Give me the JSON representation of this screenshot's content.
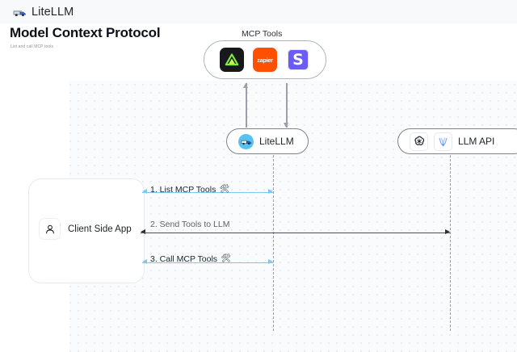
{
  "header": {
    "brand": "LiteLLM",
    "brand_icon": "truck-icon"
  },
  "page": {
    "title": "Model Context Protocol",
    "subtitle": "List and call MCP tools"
  },
  "diagram": {
    "type": "sequence-diagram",
    "mcp_group": {
      "label": "MCP Tools",
      "tools": [
        {
          "name": "triangle-tool-icon",
          "label": "",
          "bg": "#17181c",
          "fg": "#7bed3b"
        },
        {
          "name": "zapier-icon",
          "label": "zapier",
          "bg": "#ff4f00",
          "fg": "#ffffff"
        },
        {
          "name": "slack-icon",
          "label": "S",
          "bg": "#6a5cf5",
          "fg": "#ffffff"
        }
      ]
    },
    "nodes": [
      {
        "id": "litellm",
        "label": "LiteLLM",
        "icon": "litellm-truck-icon"
      },
      {
        "id": "llm_api",
        "label": "LLM API",
        "icons": [
          "openai-icon",
          "vertex-ai-icon"
        ]
      },
      {
        "id": "client",
        "label": "Client Side App",
        "icon": "person-icon"
      }
    ],
    "messages": [
      {
        "num": "1.",
        "text": "1. List MCP Tools",
        "icon": "tools-emoji",
        "glyph": "🛠",
        "color": "#7ec8ef",
        "direction": "both"
      },
      {
        "num": "2.",
        "text": "2. Send Tools to LLM",
        "icon": "",
        "glyph": "",
        "color": "#4b5056",
        "direction": "both"
      },
      {
        "num": "3.",
        "text": "3. Call MCP Tools",
        "icon": "tools-emoji",
        "glyph": "🛠",
        "color": "#7ec8ef",
        "direction": "both"
      }
    ],
    "vertical_arrows": [
      {
        "name": "mcp-list-up-arrow",
        "direction": "up"
      },
      {
        "name": "mcp-call-down-arrow",
        "direction": "down"
      }
    ]
  },
  "colors": {
    "accent_blue": "#7ec8ef",
    "dark_arrow": "#4b5056",
    "canvas": "#fafbfc",
    "lifeline": "#9aa0a6"
  }
}
